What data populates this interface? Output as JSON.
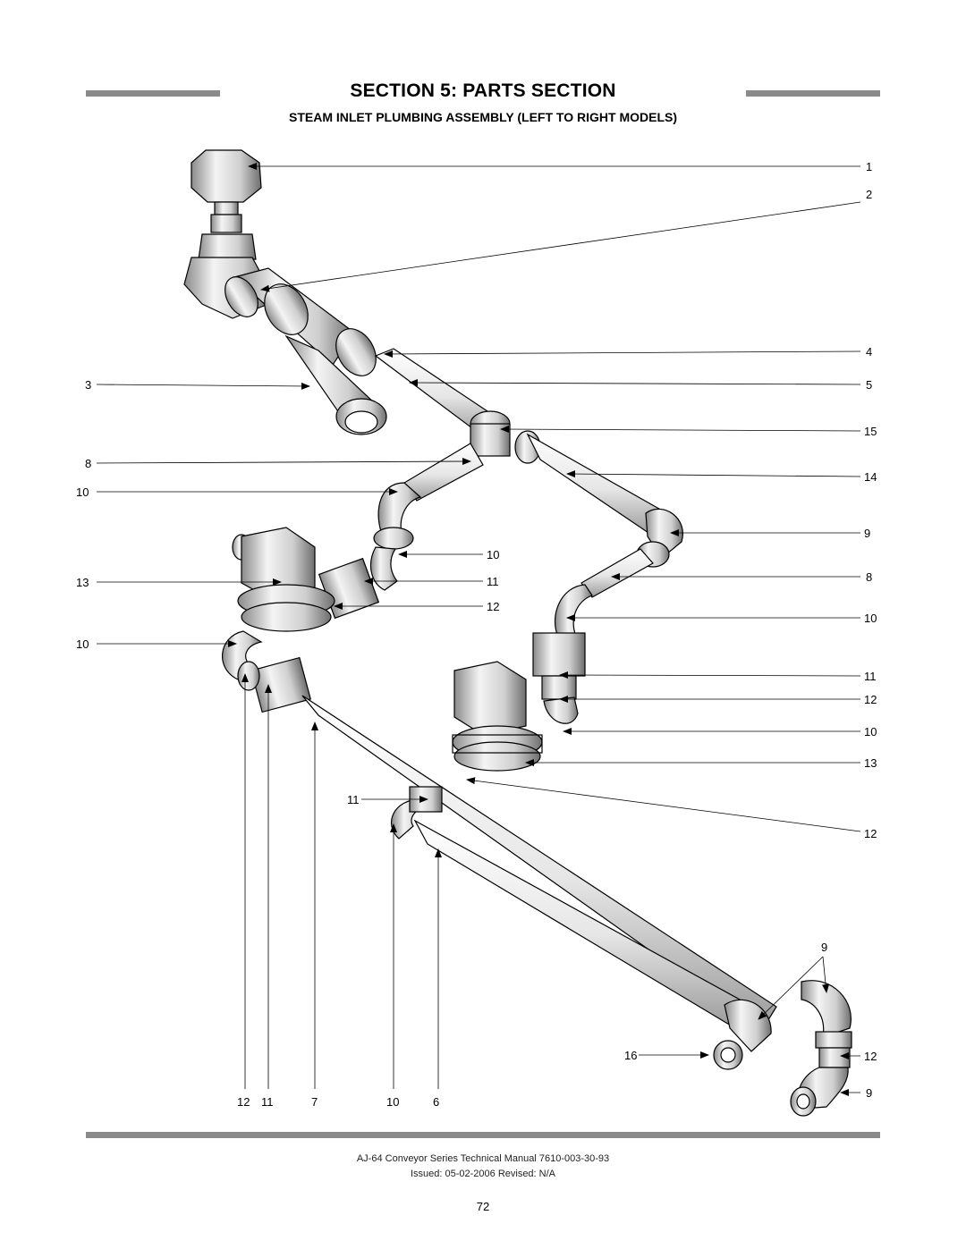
{
  "header": {
    "section_title": "SECTION 5: PARTS SECTION",
    "assembly_title": "STEAM INLET PLUMBING ASSEMBLY (LEFT TO RIGHT MODELS)"
  },
  "callouts": {
    "r1": "1",
    "r2": "2",
    "r4": "4",
    "r5": "5",
    "r15": "15",
    "r14": "14",
    "r9a": "9",
    "r10a": "10",
    "r11a": "11",
    "r12a": "12",
    "r8": "8",
    "r10b": "10",
    "r11b": "11",
    "r12b": "12",
    "r10c": "10",
    "r13": "13",
    "r12c": "12",
    "r9b": "9",
    "r12d": "12",
    "r9c": "9",
    "l3": "3",
    "l8": "8",
    "l10a": "10",
    "l13": "13",
    "l10b": "10",
    "l11": "11",
    "l16": "16",
    "b12": "12",
    "b11": "11",
    "b7": "7",
    "b10": "10",
    "b6": "6"
  },
  "footer": {
    "manual": "AJ-64 Conveyor Series Technical Manual 7610-003-30-93",
    "issued": "Issued: 05-02-2006  Revised: N/A",
    "page_number": "72"
  }
}
